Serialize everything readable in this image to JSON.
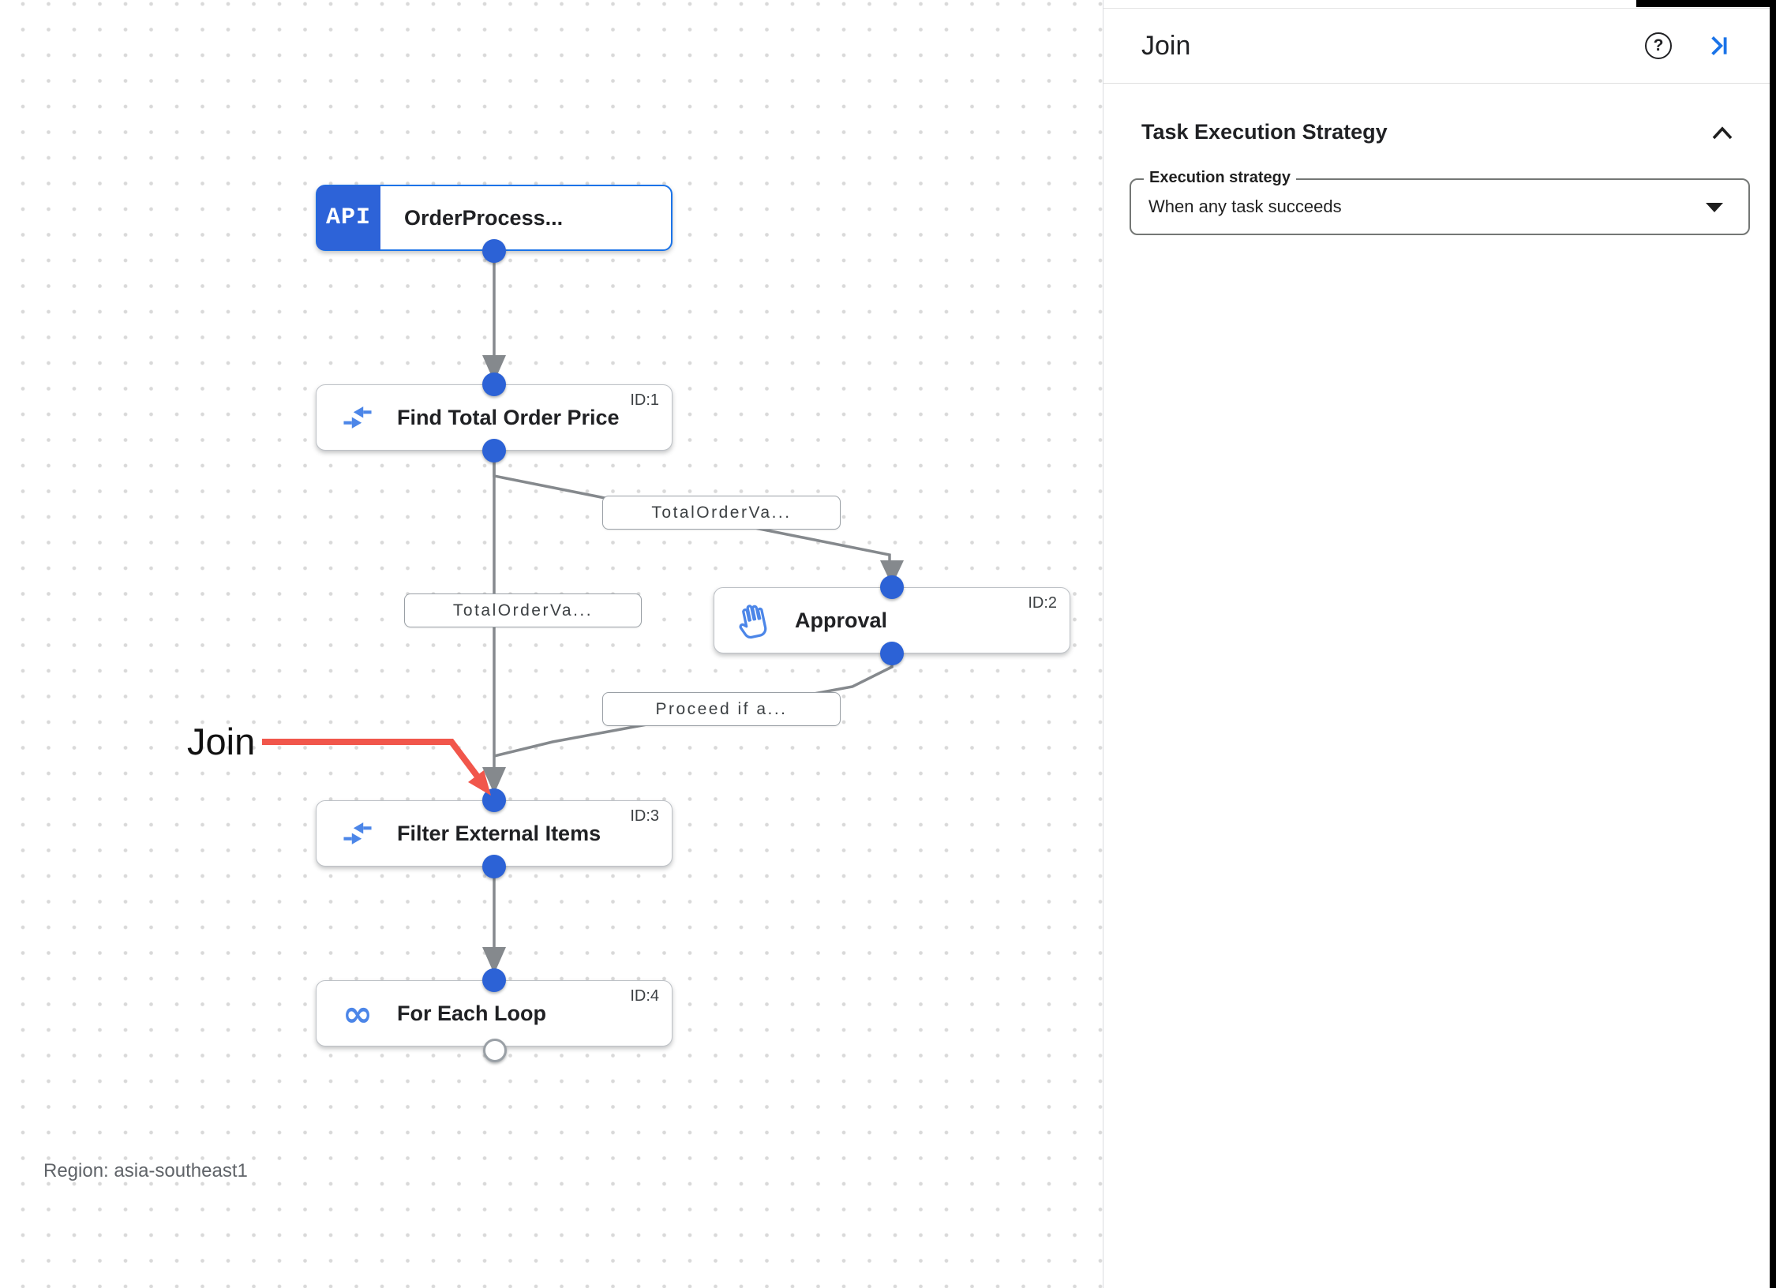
{
  "panel": {
    "title": "Join",
    "help_glyph": "?",
    "section_title": "Task Execution Strategy",
    "field_label": "Execution strategy",
    "field_value": "When any task succeeds"
  },
  "canvas": {
    "nodes": [
      {
        "label": "OrderProcess...",
        "type": "api-trigger",
        "badge": "API"
      },
      {
        "label": "Find Total Order Price",
        "id_label": "ID:1",
        "icon": "data-mapping-icon"
      },
      {
        "label": "Approval",
        "id_label": "ID:2",
        "icon": "hand-icon"
      },
      {
        "label": "Filter External Items",
        "id_label": "ID:3",
        "icon": "data-mapping-icon"
      },
      {
        "label": "For Each Loop",
        "id_label": "ID:4",
        "icon": "loop-icon",
        "glyph": "∞"
      }
    ],
    "edge_labels": [
      {
        "text": "TotalOrderVa..."
      },
      {
        "text": "TotalOrderVa..."
      },
      {
        "text": "Proceed if a..."
      }
    ],
    "annotation_text": "Join",
    "region_label": "Region: asia-southeast1"
  },
  "colors": {
    "accent_blue": "#1a73e8",
    "canvas_dot_blue": "#2c62d6",
    "icon_blue": "#4c86e8",
    "edge_gray": "#85898d",
    "annotation_red": "#f1564b",
    "node_border": "#bdc1c6"
  }
}
